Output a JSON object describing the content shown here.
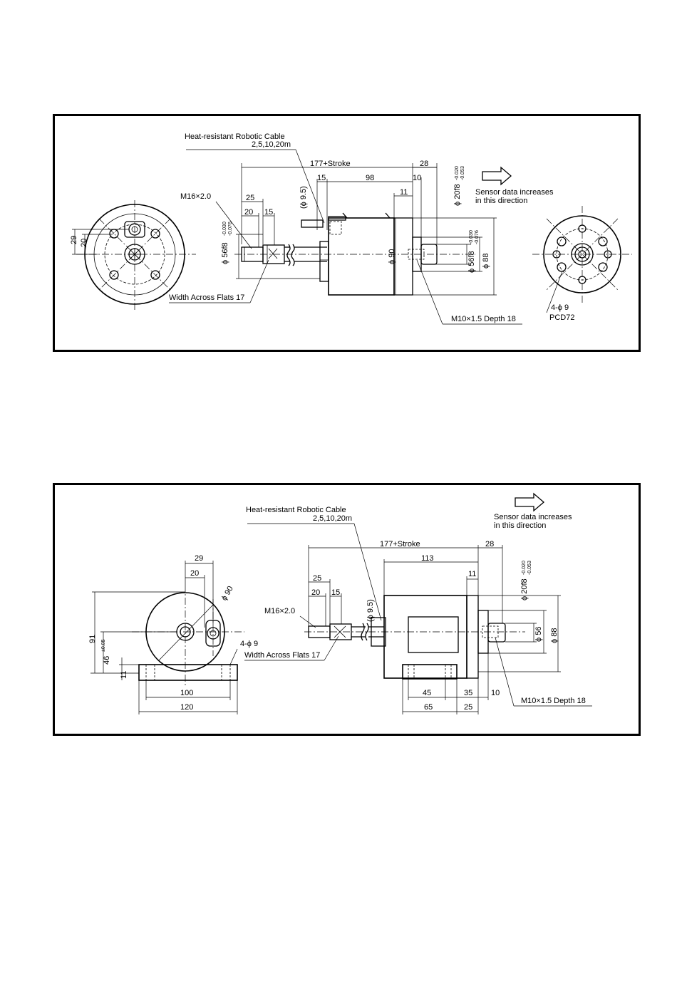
{
  "figure1": {
    "cable_label": "Heat-resistant Robotic Cable",
    "cable_lengths": "2,5,10,20m",
    "len_total": "177+Stroke",
    "dim_28": "28",
    "dim_15": "15",
    "dim_98": "98",
    "dim_10": "10",
    "dim_11": "11",
    "dim_25": "25",
    "dim_20": "20",
    "dim_15b": "15",
    "thread_m16": "M16×2.0",
    "phi95": "(ϕ 9.5)",
    "phi90": "ϕ 90",
    "phi56": "ϕ 56f8",
    "phi56_tol_top": "-0.030",
    "phi56_tol_bot": "-0.076",
    "phi56b": "ϕ 56f8",
    "phi56b_tol_top": "-0.030",
    "phi56b_tol_bot": "-0.076",
    "phi20": "ϕ 20f8",
    "phi20_tol_top": "-0.020",
    "phi20_tol_bot": "-0.053",
    "phi88": "ϕ 88",
    "flats": "Width Across Flats 17",
    "thread_m10": "M10×1.5 Depth 18",
    "holes": "4-ϕ 9",
    "pcd": "PCD72",
    "dim_29": "29",
    "dim_20v": "20",
    "sensor_line1": "Sensor data increases",
    "sensor_line2": "in this direction"
  },
  "figure2": {
    "cable_label": "Heat-resistant Robotic Cable",
    "cable_lengths": "2,5,10,20m",
    "len_total": "177+Stroke",
    "dim_28": "28",
    "dim_113": "113",
    "dim_11": "11",
    "dim_25": "25",
    "dim_20": "20",
    "dim_15": "15",
    "thread_m16": "M16×2.0",
    "phi95": "(ϕ 9.5)",
    "phi20": "ϕ 20f8",
    "phi20_tol_top": "-0.020",
    "phi20_tol_bot": "-0.053",
    "phi56": "ϕ 56",
    "phi88": "ϕ 88",
    "flats": "Width Across Flats 17",
    "thread_m10": "M10×1.5 Depth 18",
    "dim_45": "45",
    "dim_35": "35",
    "dim_10": "10",
    "dim_65": "65",
    "dim_25b": "25",
    "dim_29": "29",
    "dim_20t": "20",
    "phi90": "ϕ 90",
    "holes": "4-ϕ 9",
    "dim_91": "91",
    "dim_46": "46",
    "dim_46_tol": "±0.05",
    "dim_11v": "11",
    "dim_100": "100",
    "dim_120": "120",
    "sensor_line1": "Sensor data increases",
    "sensor_line2": "in this direction"
  }
}
